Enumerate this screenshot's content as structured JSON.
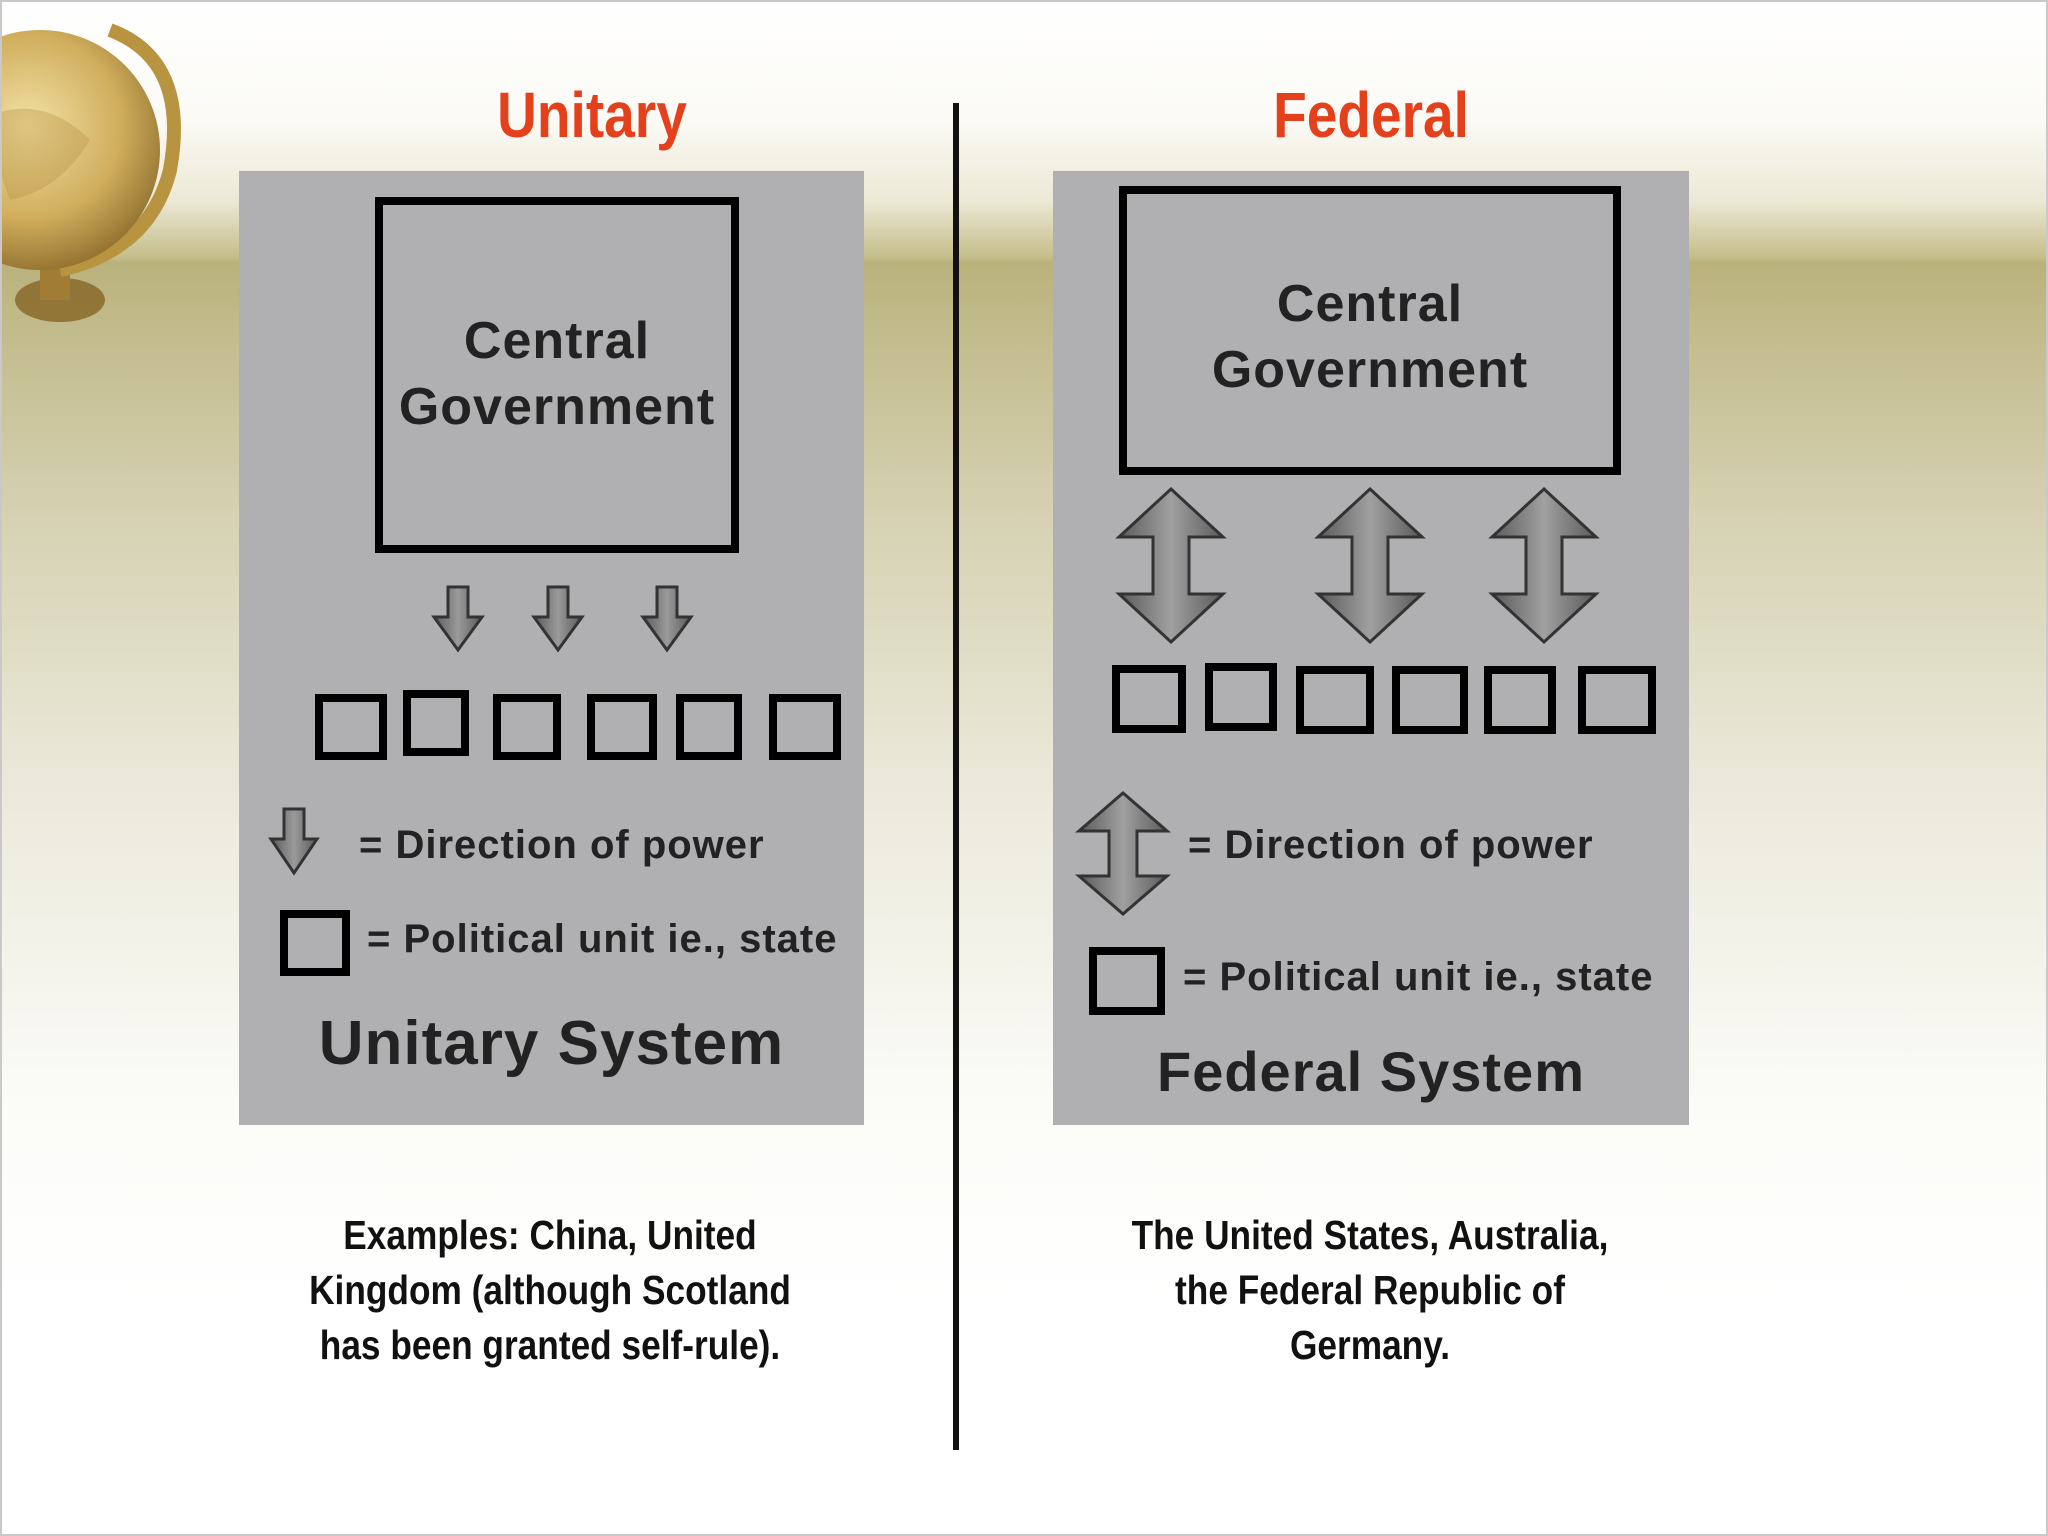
{
  "unitary": {
    "title": "Unitary",
    "box_label": "Central Government",
    "legend_arrow": "= Direction of power",
    "legend_unit": "= Political unit ie., state",
    "system_title": "Unitary System",
    "examples": "Examples: China, United Kingdom (although Scotland has been granted self-rule)."
  },
  "federal": {
    "title": "Federal",
    "box_label": "Central Government",
    "legend_arrow": "= Direction of power",
    "legend_unit": "= Political unit ie., state",
    "system_title": "Federal System",
    "examples": "The United States, Australia, the Federal Republic of Germany."
  },
  "colors": {
    "title": "#e5401c",
    "panel": "#b0afb1",
    "arrow": "#7a7a7a",
    "line": "#111111"
  }
}
